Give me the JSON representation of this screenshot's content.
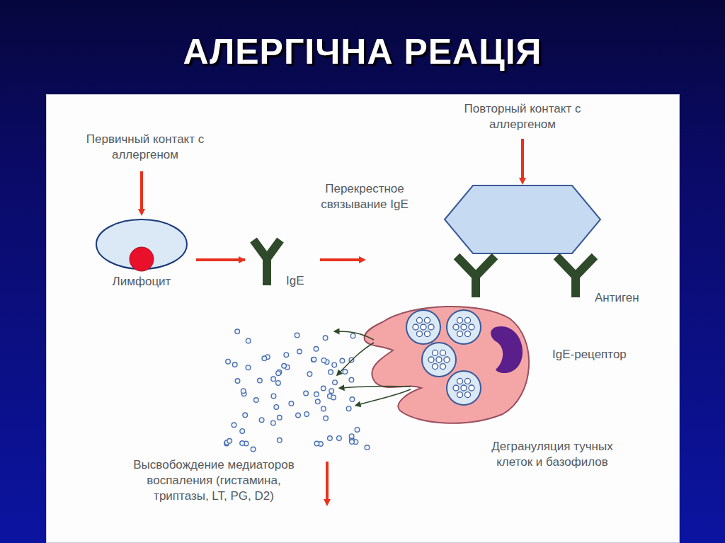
{
  "diagram": {
    "title": "АЛЕРГІЧНА РЕАЦІЯ",
    "nodes": [
      {
        "text": [
          "Лимфоцит"
        ]
      },
      {
        "text": [
          "IgE"
        ]
      }
    ],
    "edges": [
      {
        "from": 0,
        "to": 1,
        "arrow": "to"
      }
    ],
    "labels": [
      "Первичный контакт с аллергеном",
      "Перекрестное связывание IgE",
      "Повторный контакт с аллергеном",
      "Антиген",
      "IgE-рецептор",
      "Дегрануляция тучных клеток и базофилов",
      "Высвобождение медиаторов воспаления (гистамина, триптазы, LT, PG, D2)"
    ]
  }
}
